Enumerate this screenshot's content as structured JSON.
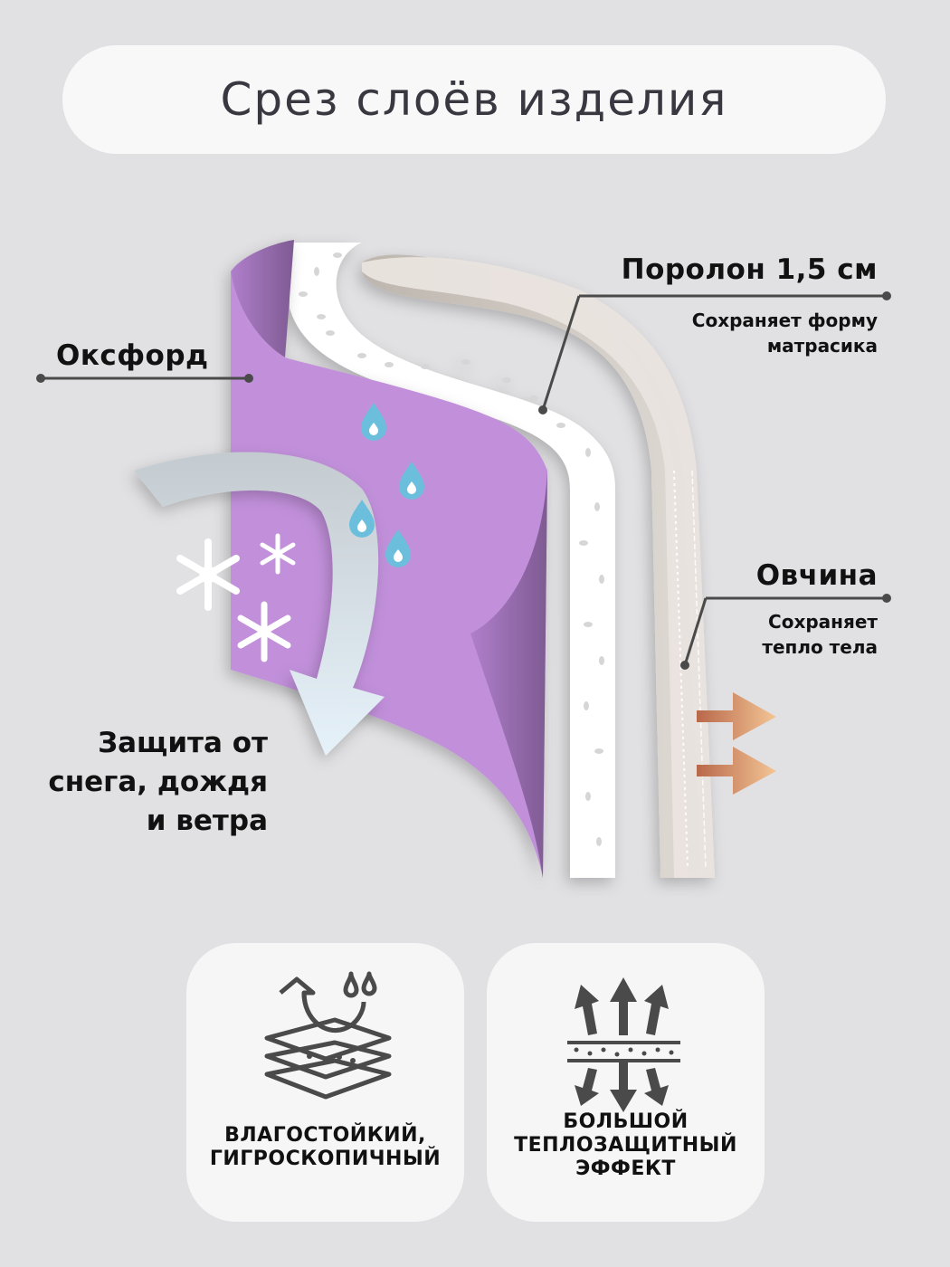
{
  "title": "Срез слоёв изделия",
  "colors": {
    "background": "#e1e1e3",
    "pill": "#f8f8f8",
    "card": "#f6f6f6",
    "oxford_purple": "#c290db",
    "oxford_purple_dark": "#8c64a0",
    "foam_white": "#ffffff",
    "sheepskin": "#d8d3ce",
    "drop_blue": "#6cbfdc",
    "heat_arrow": "#e8a77c",
    "leader_line": "#4a4a4a"
  },
  "layers": [
    {
      "name": "Оксфорд",
      "description": ""
    },
    {
      "name": "Поролон 1,5 см",
      "description_lines": [
        "Сохраняет форму",
        "матрасика"
      ]
    },
    {
      "name": "Овчина",
      "description_lines": [
        "Сохраняет",
        "тепло тела"
      ]
    }
  ],
  "protection": {
    "lines": [
      "Защита от",
      "снега, дождя",
      "и ветра"
    ]
  },
  "features": [
    {
      "icon": "water-resistant-layers-icon",
      "caption_lines": [
        "ВЛАГОСТОЙКИЙ,",
        "ГИГРОСКОПИЧНЫЙ"
      ]
    },
    {
      "icon": "thermal-insulation-arrows-icon",
      "caption_lines": [
        "БОЛЬШОЙ",
        "ТЕПЛОЗАЩИТНЫЙ",
        "ЭФФЕКТ"
      ]
    }
  ]
}
